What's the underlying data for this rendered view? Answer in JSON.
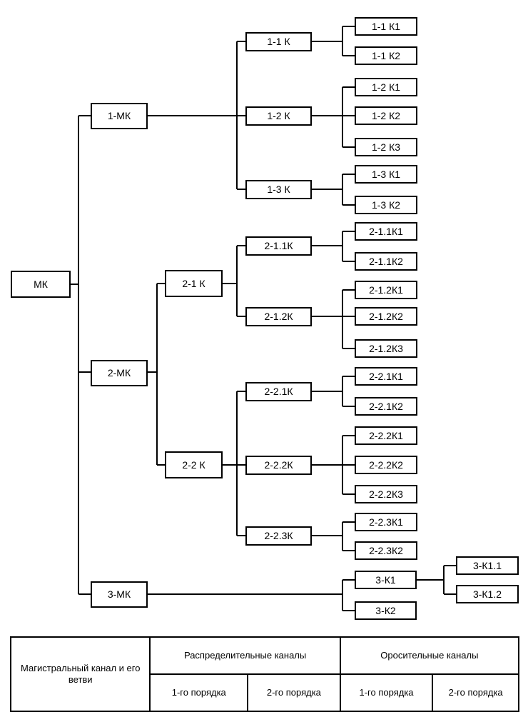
{
  "nodes": {
    "mk": "МК",
    "mk1": "1-МК",
    "mk2": "2-МК",
    "mk3": "3-МК",
    "k11": "1-1 К",
    "k12": "1-2 К",
    "k13": "1-3 К",
    "k11k1": "1-1 К1",
    "k11k2": "1-1 К2",
    "k12k1": "1-2 К1",
    "k12k2": "1-2 К2",
    "k12k3": "1-2 К3",
    "k13k1": "1-3 К1",
    "k13k2": "1-3 К2",
    "k21": "2-1 К",
    "k22": "2-2 К",
    "k211": "2-1.1К",
    "k212": "2-1.2К",
    "k221": "2-2.1К",
    "k222": "2-2.2К",
    "k223": "2-2.3К",
    "k211k1": "2-1.1К1",
    "k211k2": "2-1.1К2",
    "k212k1": "2-1.2К1",
    "k212k2": "2-1.2К2",
    "k212k3": "2-1.2К3",
    "k221k1": "2-2.1К1",
    "k221k2": "2-2.1К2",
    "k222k1": "2-2.2К1",
    "k222k2": "2-2.2К2",
    "k222k3": "2-2.2К3",
    "k223k1": "2-2.3К1",
    "k223k2": "2-2.3К2",
    "k3k1": "3-К1",
    "k3k2": "3-К2",
    "k3k11": "3-К1.1",
    "k3k12": "3-К1.2"
  },
  "legend": {
    "main_channel": "Магистральный канал и его ветви",
    "distribution": "Распределительные каналы",
    "irrigation": "Оросительные каналы",
    "order1": "1-го порядка",
    "order2": "2-го порядка"
  }
}
